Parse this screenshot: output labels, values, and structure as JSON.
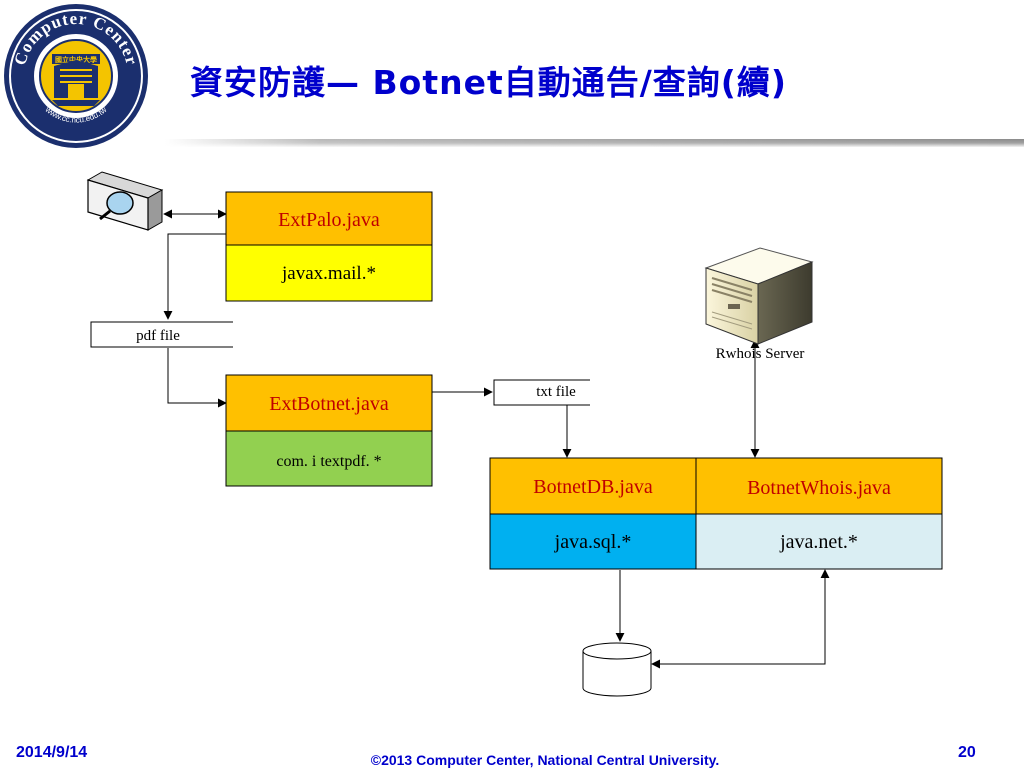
{
  "slide": {
    "title": "資安防護— Botnet自動通告/查詢(續)",
    "footer_date": "2014/9/14",
    "footer_copyright": "©2013 Computer Center, National Central University.",
    "page_number": "20"
  },
  "logo": {
    "top_text": "Computer Center",
    "bottom_text": "www.cc.ncu.edu.tw",
    "plaque_text": "國立中央大學",
    "colors": {
      "ring": "#1b2f6e",
      "inner": "#f4c400"
    }
  },
  "diagram": {
    "scanner_icon": "magnifier-device-icon",
    "server_icon": "server-tower-icon",
    "database_icon": "database-cylinder-icon",
    "ext_palo": {
      "title": "ExtPalo.java",
      "lib": "javax.mail.*"
    },
    "pdf_file": "pdf file",
    "ext_botnet": {
      "title": "ExtBotnet.java",
      "lib": "com. i textpdf. *"
    },
    "txt_file": "txt file",
    "rwhois_label": "Rwhois Server",
    "botnet_db": {
      "title": "BotnetDB.java",
      "lib": "java.sql.*"
    },
    "botnet_whois": {
      "title": "BotnetWhois.java",
      "lib": "java.net.*"
    },
    "colors": {
      "header_orange": "#ffc000",
      "title_red": "#c00000",
      "yellow": "#ffff00",
      "green": "#92d050",
      "blue": "#00b0f0",
      "light_blue": "#daeef3"
    }
  }
}
